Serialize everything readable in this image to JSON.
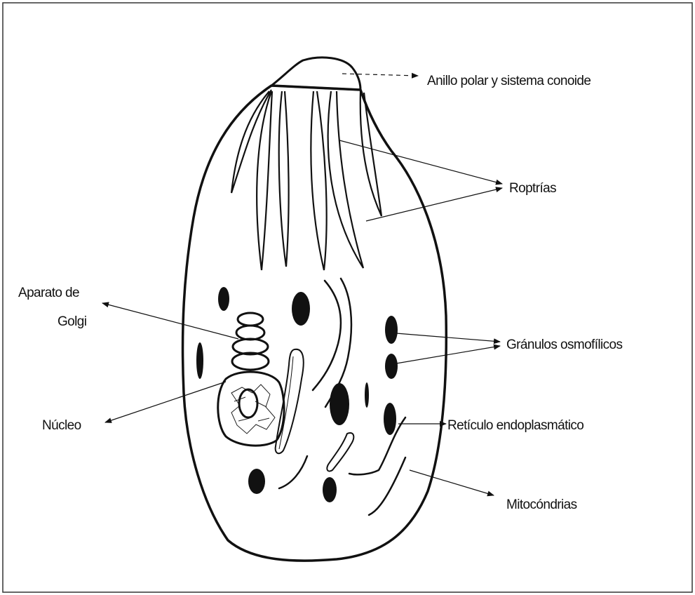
{
  "labels": {
    "polar_ring": "Anillo polar y sistema conoide",
    "rhoptries": "Roptrías",
    "golgi_line1": "Aparato de",
    "golgi_line2": "Golgi",
    "granules": "Gránulos osmofílicos",
    "nucleus": "Núcleo",
    "er": "Retículo endoplasmático",
    "mitochondria": "Mitocóndrias"
  },
  "colors": {
    "ink": "#111111",
    "background": "#ffffff",
    "frame": "#333333"
  }
}
